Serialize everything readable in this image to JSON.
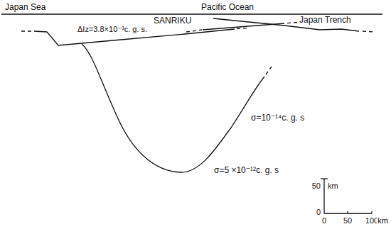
{
  "diagram": {
    "labels": [
      "Japan Sea",
      "Pacific Ocean",
      "SANRIKU",
      "Japan Trench",
      "ΔIz=3.8×10⁻³c. g. s.",
      "σ=10⁻¹⁴c. g. s",
      "σ=5 ×10⁻¹²c. g. s",
      "50",
      "km",
      "0",
      "0",
      "50",
      "100",
      "km"
    ]
  }
}
